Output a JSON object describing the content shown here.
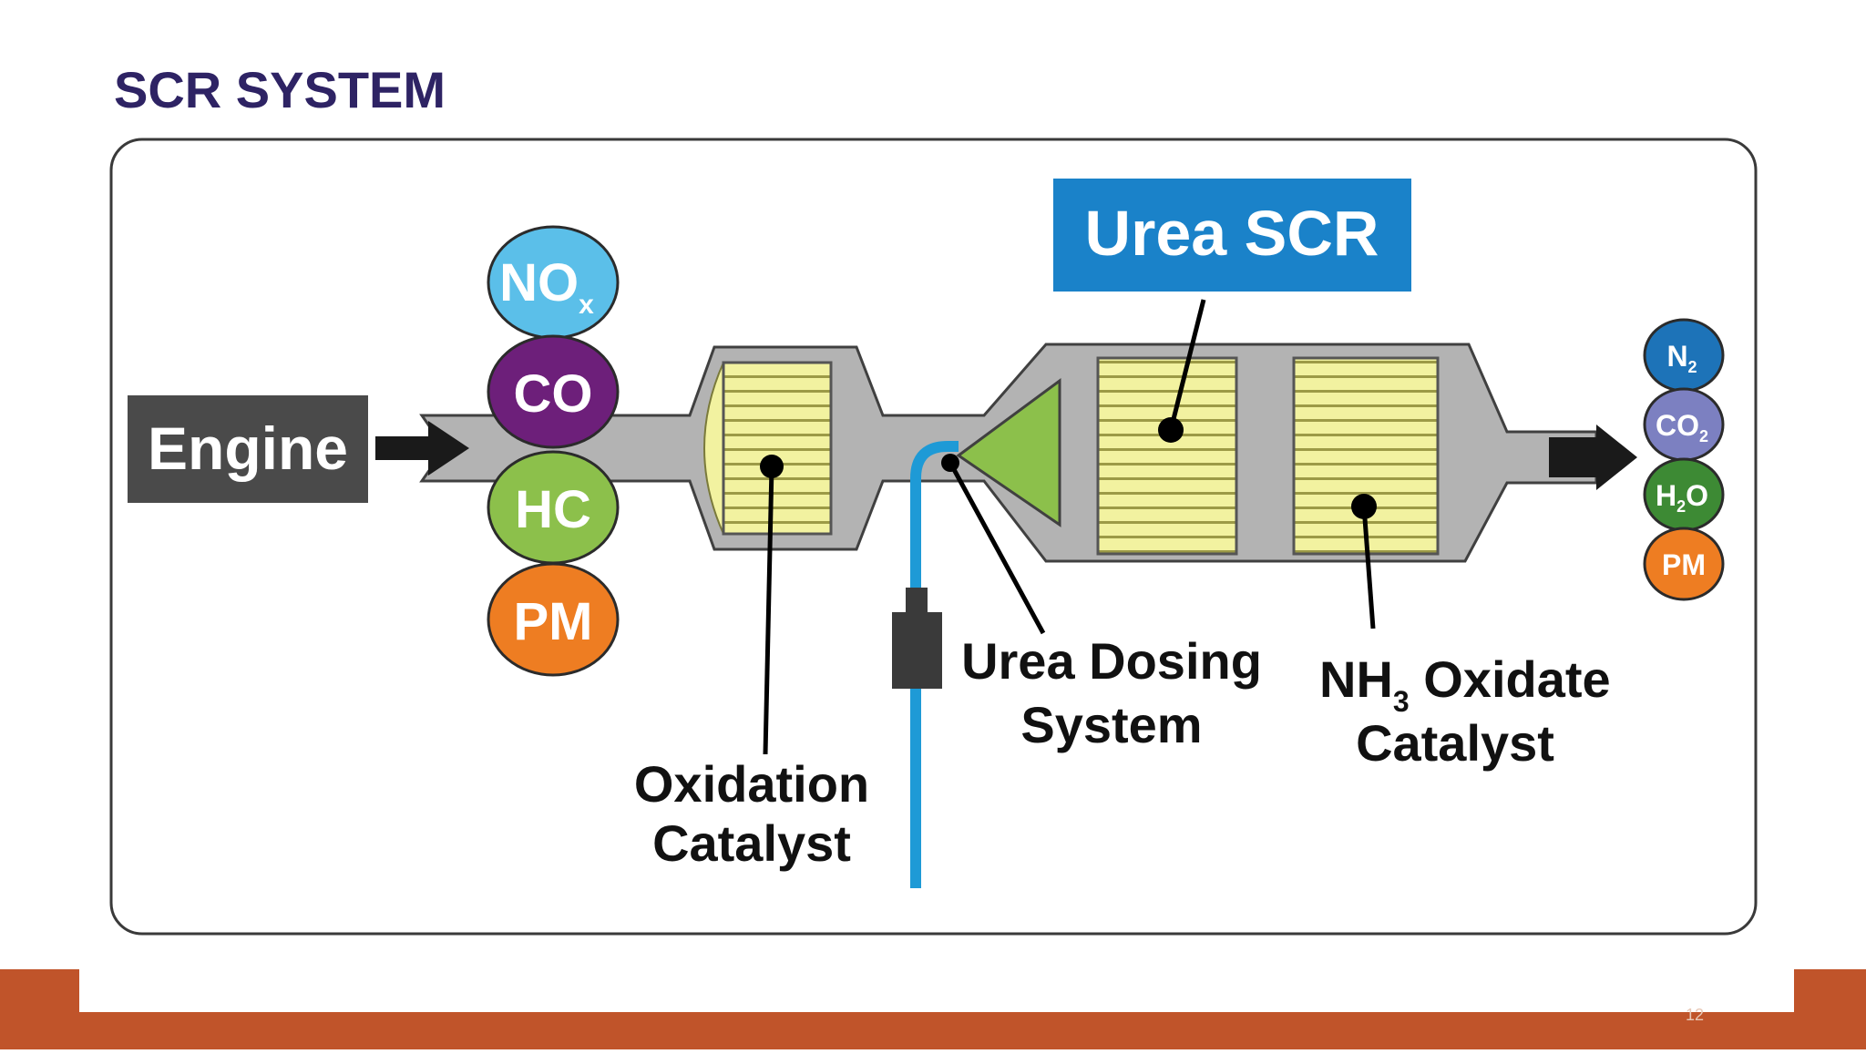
{
  "title": "SCR SYSTEM",
  "engine_label": "Engine",
  "inputs": [
    {
      "main": "NO",
      "sub": "x",
      "color": "#5bbfe9"
    },
    {
      "main": "CO",
      "sub": "",
      "color": "#6d1f7a"
    },
    {
      "main": "HC",
      "sub": "",
      "color": "#8cc04b"
    },
    {
      "main": "PM",
      "sub": "",
      "color": "#ee7d22"
    }
  ],
  "outputs": [
    {
      "main": "N",
      "sub": "2",
      "tail": "",
      "color": "#1d73b8"
    },
    {
      "main": "CO",
      "sub": "2",
      "tail": "",
      "color": "#7c80c1"
    },
    {
      "main": "H",
      "sub": "2",
      "tail": "O",
      "color": "#3d8a34"
    },
    {
      "main": "PM",
      "sub": "",
      "tail": "",
      "color": "#ee7d22"
    }
  ],
  "urea_scr": "Urea SCR",
  "labels": {
    "oxidation_line1": "Oxidation",
    "oxidation_line2": "Catalyst",
    "dosing_line1": "Urea Dosing",
    "dosing_line2": "System",
    "nh3_main": "NH",
    "nh3_sub": "3",
    "nh3_rest": " Oxidate",
    "nh3_line2": "Catalyst"
  },
  "page_number": "12",
  "colors": {
    "title": "#2e2364",
    "pipe": "#b3b3b3",
    "catalyst": "#f2f2a0",
    "urea_box": "#1a82c9",
    "dosing_line": "#1e9ad6",
    "engine_box": "#4a4a4a",
    "footer": "#c0542a",
    "green_cone": "#8cc04b"
  }
}
